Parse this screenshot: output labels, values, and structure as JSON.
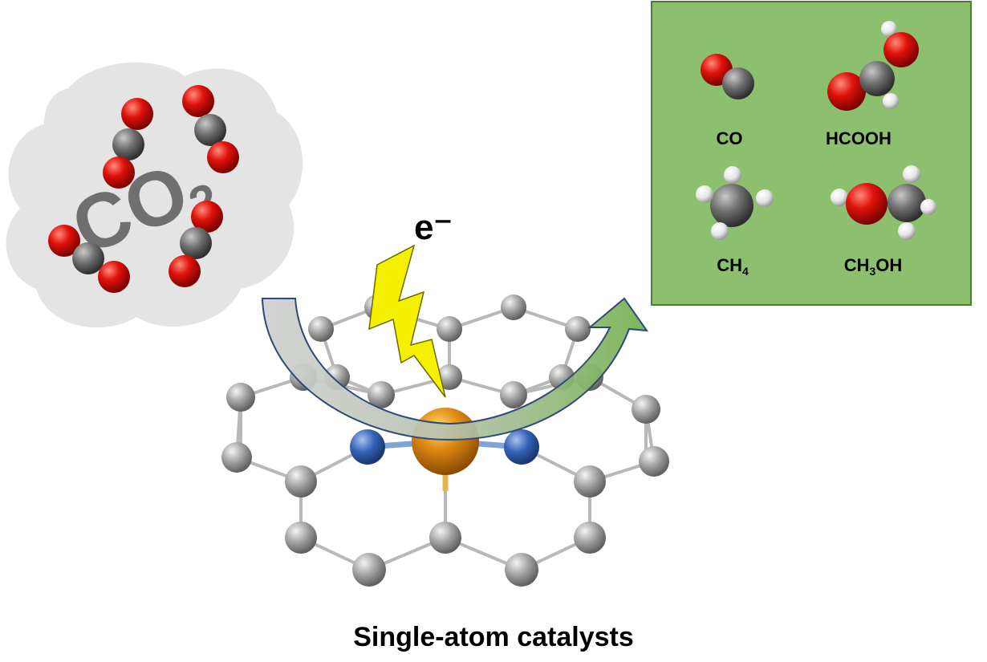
{
  "reactant": {
    "label": "CO",
    "subscript": "2"
  },
  "electron": {
    "label": "e⁻"
  },
  "products": [
    {
      "key": "co",
      "label": "CO",
      "subscript": "",
      "suffix": ""
    },
    {
      "key": "hcooh",
      "label": "HCOOH",
      "subscript": "",
      "suffix": ""
    },
    {
      "key": "ch4",
      "label": "CH",
      "subscript": "4",
      "suffix": ""
    },
    {
      "key": "ch3oh",
      "label": "CH",
      "subscript": "3",
      "suffix": "OH"
    }
  ],
  "caption": "Single-atom catalysts",
  "colors": {
    "oxygen": "#e0120c",
    "carbon": "#6f6f6f",
    "hydrogen": "#f2f2f2",
    "nitrogen": "#3563b6",
    "metal": "#e08a14",
    "lattice": "#9a9a9a",
    "panel": "#8cc06e",
    "cloud": "#e4e4e4",
    "bolt": "#f4f000"
  }
}
